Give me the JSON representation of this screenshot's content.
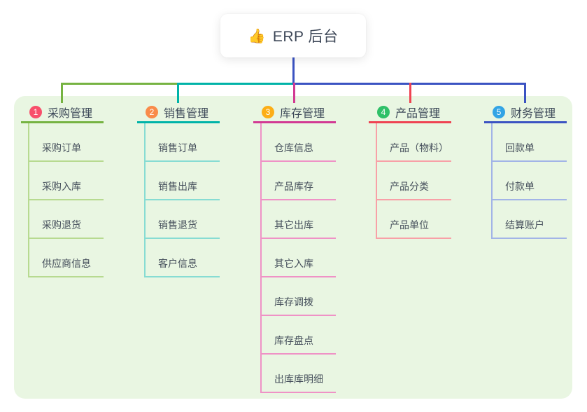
{
  "root": {
    "icon": "thumbs-up",
    "icon_glyph": "👍",
    "label": "ERP 后台"
  },
  "colors": {
    "panel_background": "#e9f6e2",
    "root_text": "#3d4757",
    "header_text": "#3c4858",
    "child_text": "#46505c"
  },
  "branches": [
    {
      "badge": "1",
      "label": "采购管理",
      "badge_color": "#f84f6b",
      "line_color": "#76b342",
      "light_color": "#b7da90",
      "children": [
        "采购订单",
        "采购入库",
        "采购退货",
        "供应商信息"
      ]
    },
    {
      "badge": "2",
      "label": "销售管理",
      "badge_color": "#f98b4a",
      "line_color": "#00b3a8",
      "light_color": "#87dcd3",
      "children": [
        "销售订单",
        "销售出库",
        "销售退货",
        "客户信息"
      ]
    },
    {
      "badge": "3",
      "label": "库存管理",
      "badge_color": "#fcae16",
      "line_color": "#d23a93",
      "light_color": "#ef92c6",
      "children": [
        "仓库信息",
        "产品库存",
        "其它出库",
        "其它入库",
        "库存调拨",
        "库存盘点",
        "出库库明细"
      ]
    },
    {
      "badge": "4",
      "label": "产品管理",
      "badge_color": "#2fc068",
      "line_color": "#ef4352",
      "light_color": "#f8a0a7",
      "children": [
        "产品（物料）",
        "产品分类",
        "产品单位"
      ]
    },
    {
      "badge": "5",
      "label": "财务管理",
      "badge_color": "#32a4e5",
      "line_color": "#3b53c2",
      "light_color": "#a2b4e7",
      "children": [
        "回款单",
        "付款单",
        "结算账户"
      ]
    }
  ]
}
